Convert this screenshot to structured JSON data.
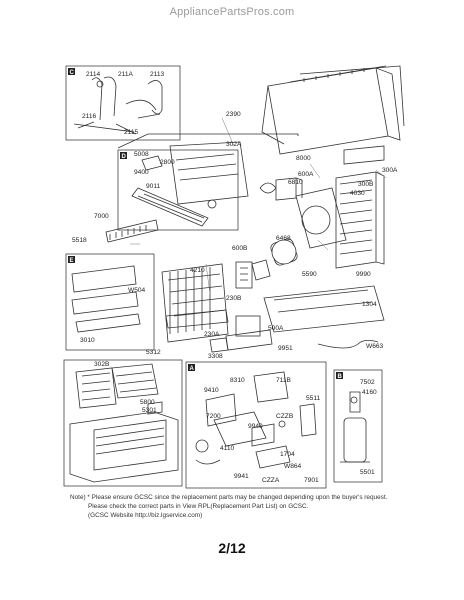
{
  "header": {
    "site": "AppliancePartsPros.com"
  },
  "sections": [
    "C",
    "D",
    "E",
    "A",
    "B"
  ],
  "parts": {
    "p2114": "2114",
    "p211A": "211A",
    "p2113": "2113",
    "p2116": "2116",
    "p2115": "2115",
    "p2390": "2390",
    "p302A": "302A",
    "p5008": "5008",
    "p2800": "2800",
    "p9400": "9400",
    "p9011": "9011",
    "p8000": "8000",
    "p300A": "300A",
    "p600A": "600A",
    "p6810": "6810",
    "p300B": "300B",
    "p4030": "4030",
    "p7000": "7000",
    "p5518": "5518",
    "p6468": "6468",
    "p600B": "600B",
    "p5590": "5590",
    "p9990": "9990",
    "p4210": "4210",
    "pW504": "W504",
    "p1304": "1304",
    "p230B": "230B",
    "p3010": "3010",
    "p230A": "230A",
    "p500A": "500A",
    "p3308": "3308",
    "p9951": "9951",
    "pW663": "W663",
    "p5312": "5312",
    "p302B": "302B",
    "p5800": "5800",
    "p5301": "5301",
    "p8310": "8310",
    "p711B": "711B",
    "p9410": "9410",
    "p7200": "7200",
    "pCZZB": "CZZB",
    "p9940": "9940",
    "p5511": "5511",
    "p7502": "7502",
    "p4160": "4160",
    "p4110": "4110",
    "p1704": "1704",
    "pW864": "W864",
    "p9941": "9941",
    "pCZZA": "CZZA",
    "p7901": "7901",
    "p5501": "5501"
  },
  "note": {
    "line1": "Note) * Please ensure GCSC since the replacement parts may be changed depending upon the buyer's request.",
    "line2": "Please check  the correct parts in View RPL(Replacement Part List) on GCSC.",
    "line3": "(GCSC Website  http://biz.lgservice.com)"
  },
  "footer": {
    "page": "2/12"
  }
}
